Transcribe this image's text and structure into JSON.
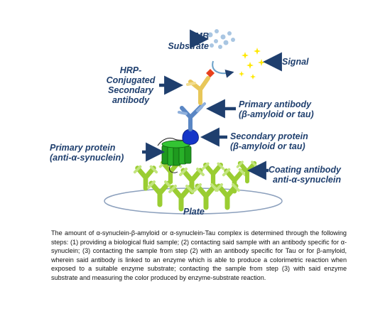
{
  "labels": {
    "tmb": "TMB\nSubstrate",
    "signal": "Signal",
    "hrp": "HRP-\nConjugated\nSecondary\nantibody",
    "primary_antibody": "Primary antibody\n(β-amyloid or tau)",
    "secondary_protein": "Secondary protein\n(β-amyloid or tau)",
    "primary_protein": "Primary protein\n(anti-α-synuclein)",
    "coating_antibody": "Coating antibody\nanti-α-synuclein",
    "plate": "Plate"
  },
  "caption": "The amount of α-synuclein-β-amyloid or α-synuclein-Tau complex is determined through the following steps: (1) providing a biological fluid sample; (2) contacting said sample with an antibody specific for α-synuclein; (3) contacting the sample from step (2) with an antibody specific for Tau or for β-amyloid, wherein said antibody is linked to an enzyme which is able to produce a colorimetric reaction when exposed to a suitable enzyme substrate; contacting the sample from step (3) with said enzyme substrate and measuring the color produced by enzyme-substrate reaction.",
  "colors": {
    "label_text": "#1f3f6e",
    "arrow": "#1f3f6e",
    "coating_antibody": "#9acd32",
    "primary_protein": "#22a022",
    "secondary_protein": "#1030c0",
    "primary_antibody": "#5a86c4",
    "hrp_antibody": "#e8c75a",
    "hrp_enzyme": "#e8401c",
    "tmb_dots": "#a9c6e2",
    "signal_stars": "#ffe800"
  }
}
